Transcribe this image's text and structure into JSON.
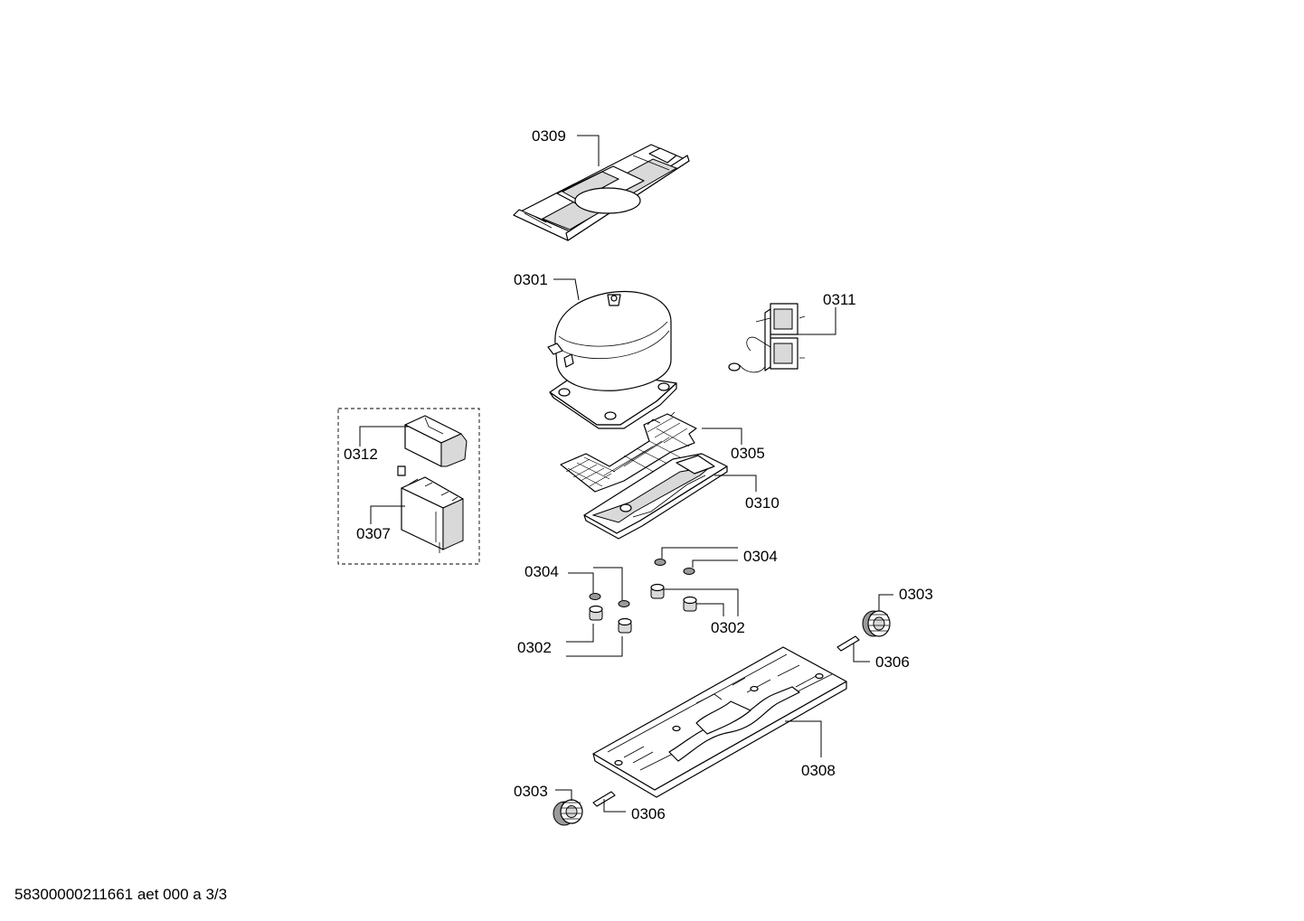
{
  "labels": {
    "p0309": "0309",
    "p0301": "0301",
    "p0311": "0311",
    "p0312": "0312",
    "p0305": "0305",
    "p0310": "0310",
    "p0307": "0307",
    "p0304_left": "0304",
    "p0304_right": "0304",
    "p0302_left": "0302",
    "p0302_right": "0302",
    "p0303_top": "0303",
    "p0306_top": "0306",
    "p0308": "0308",
    "p0303_bottom": "0303",
    "p0306_bottom": "0306"
  },
  "footer": {
    "document_id": "58300000211661 aet 000 a 3/3"
  }
}
